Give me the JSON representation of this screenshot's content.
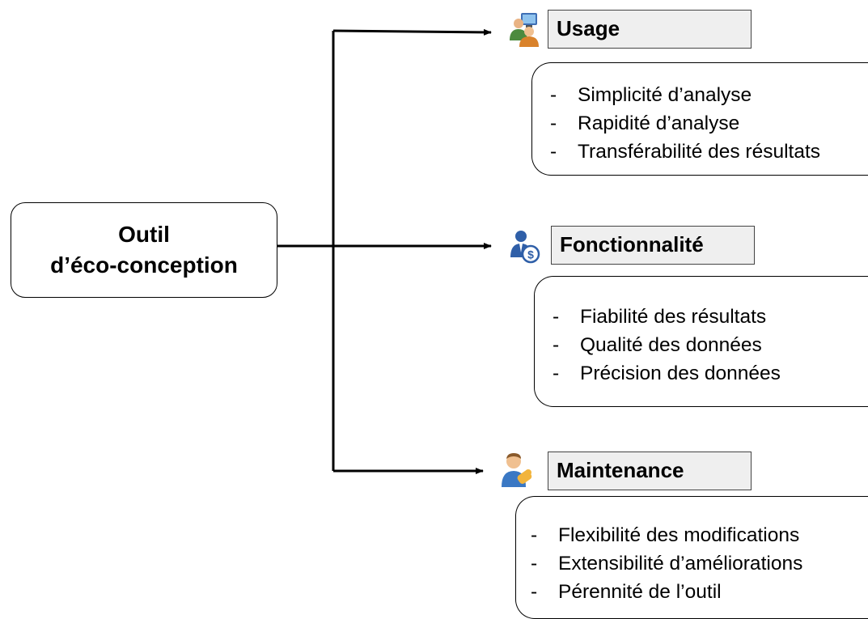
{
  "root": {
    "line1": "Outil",
    "line2": "d’éco-conception"
  },
  "categories": [
    {
      "title": "Usage",
      "icon": "users-computer-icon",
      "items": [
        "Simplicité d’analyse",
        "Rapidité d’analyse",
        "Transférabilité des résultats"
      ]
    },
    {
      "title": "Fonctionnalité",
      "icon": "user-money-icon",
      "items": [
        "Fiabilité des résultats",
        "Qualité des données",
        "Précision des données"
      ]
    },
    {
      "title": "Maintenance",
      "icon": "user-key-icon",
      "items": [
        "Flexibilité des modifications",
        "Extensibilité d’améliorations",
        "Pérennité de l’outil"
      ]
    }
  ],
  "bullet": "-",
  "colors": {
    "title_fill": "#efefef",
    "line": "#000000"
  }
}
